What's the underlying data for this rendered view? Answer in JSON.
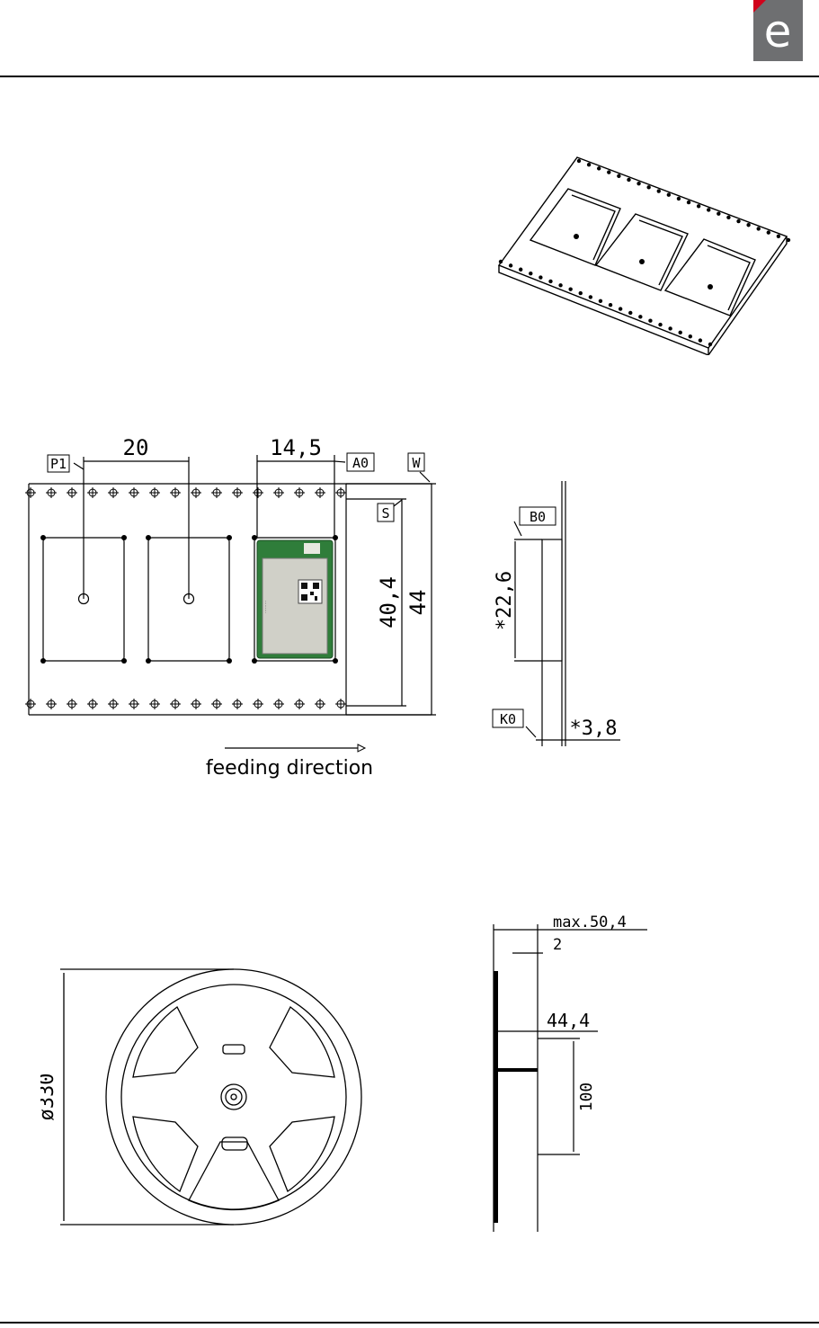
{
  "header": {
    "logo_letter": "e",
    "logo_color": "#6e6f71",
    "logo_accent": "#d0021b"
  },
  "tape": {
    "pitch_label": "P1",
    "pitch_value": "20",
    "a0_label": "A0",
    "a0_value": "14,5",
    "w_label": "W",
    "w_value": "44",
    "s_label": "S",
    "s_value": "40,4",
    "feed_label": "feeding direction"
  },
  "side": {
    "b0_label": "B0",
    "b0_value": "*22,6",
    "k0_label": "K0",
    "k0_value": "*3,8"
  },
  "reel": {
    "diameter": "ø330",
    "max_width": "max.50,4",
    "flange": "2",
    "inner_width": "44,4",
    "hub": "100"
  },
  "module": {
    "pcb_color": "#2f7d3a",
    "shield_color": "#d0d0c8"
  }
}
